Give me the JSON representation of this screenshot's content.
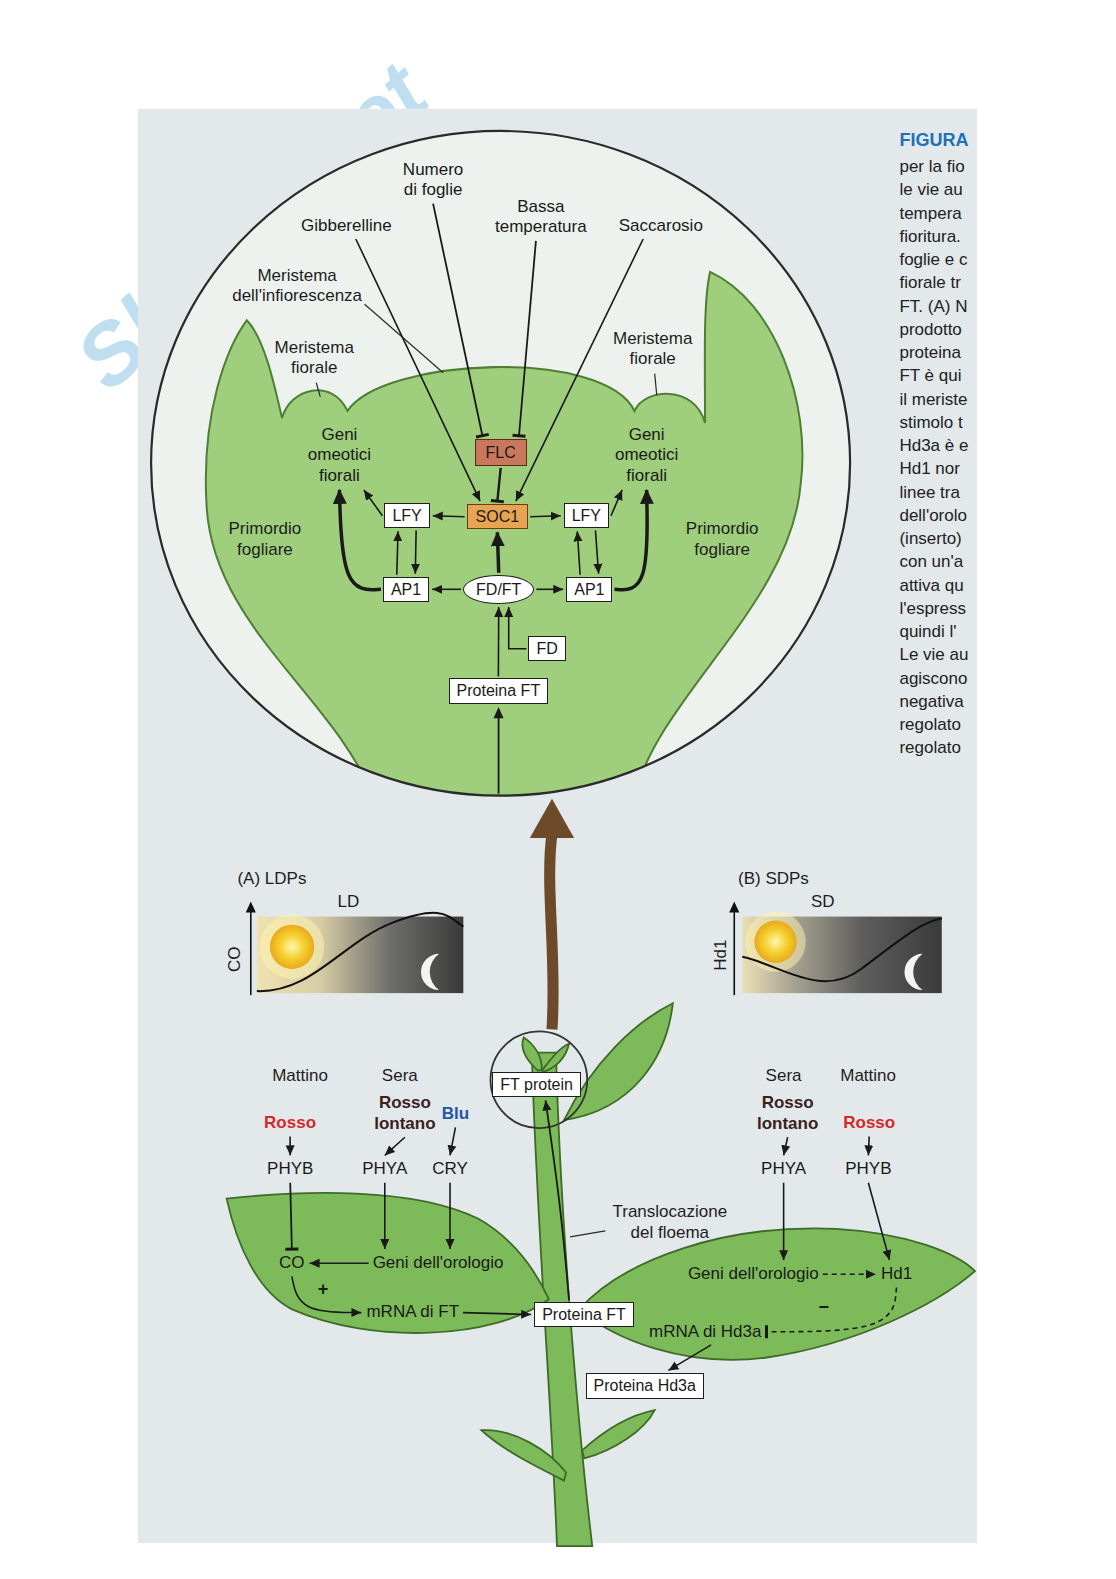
{
  "diagram": {
    "nodes": [
      {
        "text": [
          "Numero di foglie"
        ]
      },
      {
        "text": [
          "Gibberelline"
        ]
      },
      {
        "text": [
          "Bassa temperatura"
        ]
      },
      {
        "text": [
          "Saccarosio"
        ]
      },
      {
        "text": [
          "Geni omeotici fiorali"
        ]
      },
      {
        "text": [
          "FLC"
        ]
      },
      {
        "text": [
          "Geni omeotici fiorali"
        ]
      },
      {
        "text": [
          "LFY"
        ]
      },
      {
        "text": [
          "SOC1"
        ]
      },
      {
        "text": [
          "LFY"
        ]
      },
      {
        "text": [
          "AP1"
        ]
      },
      {
        "text": [
          "FD/FT"
        ]
      },
      {
        "text": [
          "AP1"
        ]
      },
      {
        "text": [
          "FD"
        ]
      },
      {
        "text": [
          "Proteina FT"
        ]
      },
      {
        "text": [
          "FT protein"
        ]
      },
      {
        "text": [
          "Rosso"
        ]
      },
      {
        "text": [
          "Rosso lontano"
        ]
      },
      {
        "text": [
          "Blu"
        ]
      },
      {
        "text": [
          "PHYB"
        ]
      },
      {
        "text": [
          "PHYA"
        ]
      },
      {
        "text": [
          "CRY"
        ]
      },
      {
        "text": [
          "CO"
        ]
      },
      {
        "text": [
          "Geni dell'orologio"
        ]
      },
      {
        "text": [
          "mRNA di FT"
        ]
      },
      {
        "text": [
          "Proteina FT"
        ]
      },
      {
        "text": [
          "Rosso lontano"
        ]
      },
      {
        "text": [
          "Rosso"
        ]
      },
      {
        "text": [
          "PHYA"
        ]
      },
      {
        "text": [
          "PHYB"
        ]
      },
      {
        "text": [
          "Geni dell'orologio"
        ]
      },
      {
        "text": [
          "Hd1"
        ]
      },
      {
        "text": [
          "mRNA di Hd3a"
        ]
      },
      {
        "text": [
          "Proteina Hd3a"
        ]
      }
    ],
    "edges": [
      {
        "from": 0,
        "to": 5,
        "arrow": "to"
      },
      {
        "from": 1,
        "to": 8,
        "arrow": "to"
      },
      {
        "from": 2,
        "to": 5,
        "arrow": "to"
      },
      {
        "from": 3,
        "to": 8,
        "arrow": "to"
      },
      {
        "from": 5,
        "to": 8,
        "arrow": "to"
      },
      {
        "from": 8,
        "to": 7,
        "arrow": "to"
      },
      {
        "from": 8,
        "to": 9,
        "arrow": "to"
      },
      {
        "from": 7,
        "to": 10,
        "arrow": "to"
      },
      {
        "from": 10,
        "to": 7,
        "arrow": "to"
      },
      {
        "from": 9,
        "to": 12,
        "arrow": "to"
      },
      {
        "from": 12,
        "to": 9,
        "arrow": "to"
      },
      {
        "from": 11,
        "to": 8,
        "arrow": "to"
      },
      {
        "from": 11,
        "to": 10,
        "arrow": "to"
      },
      {
        "from": 11,
        "to": 12,
        "arrow": "to"
      },
      {
        "from": 13,
        "to": 11,
        "arrow": "to"
      },
      {
        "from": 14,
        "to": 11,
        "arrow": "to"
      },
      {
        "from": 10,
        "to": 4,
        "arrow": "to"
      },
      {
        "from": 7,
        "to": 4,
        "arrow": "to"
      },
      {
        "from": 12,
        "to": 6,
        "arrow": "to"
      },
      {
        "from": 9,
        "to": 6,
        "arrow": "to"
      },
      {
        "from": 25,
        "to": 15,
        "arrow": "to"
      },
      {
        "from": 16,
        "to": 19,
        "arrow": "to"
      },
      {
        "from": 17,
        "to": 20,
        "arrow": "to"
      },
      {
        "from": 18,
        "to": 21,
        "arrow": "to"
      },
      {
        "from": 19,
        "to": 22,
        "arrow": "to"
      },
      {
        "from": 20,
        "to": 23,
        "arrow": "to"
      },
      {
        "from": 21,
        "to": 23,
        "arrow": "to"
      },
      {
        "from": 23,
        "to": 22,
        "arrow": "to"
      },
      {
        "from": 22,
        "to": 24,
        "arrow": "to",
        "label": "+"
      },
      {
        "from": 24,
        "to": 25,
        "arrow": "to"
      },
      {
        "from": 26,
        "to": 28,
        "arrow": "to"
      },
      {
        "from": 27,
        "to": 29,
        "arrow": "to"
      },
      {
        "from": 28,
        "to": 30,
        "arrow": "to"
      },
      {
        "from": 29,
        "to": 31,
        "arrow": "to"
      },
      {
        "from": 30,
        "to": 31,
        "arrow": "to"
      },
      {
        "from": 31,
        "to": 32,
        "arrow": "to",
        "label": "−"
      },
      {
        "from": 32,
        "to": 33,
        "arrow": "to"
      }
    ],
    "labels": [
      "Skuola.net",
      "Meristema dell'infiorescenza",
      "Meristema fiorale",
      "Primordio fogliare",
      "Meristema fiorale",
      "Primordio fogliare",
      "(A) LDPs",
      "LD",
      "CO",
      "(B) SDPs",
      "SD",
      "Hd1",
      "Mattino",
      "Sera",
      "Translocazione del floema",
      "Sera",
      "Mattino",
      "FIGURA",
      "per la fio",
      "le vie au",
      "tempera",
      "fioritura.",
      "foglie e c",
      "fiorale tr",
      "FT. (A) N",
      "prodotto",
      "proteina",
      "FT è qui",
      "il meriste",
      "stimolo t",
      "Hd3a è e",
      "Hd1 nor",
      "linee tra",
      "dell'orolo",
      "(inserto)",
      "con un'a",
      "attiva qu",
      "l'espress",
      "quindi l'",
      "Le vie au",
      "agiscono",
      "negativa",
      "regolato",
      "regolato"
    ]
  }
}
